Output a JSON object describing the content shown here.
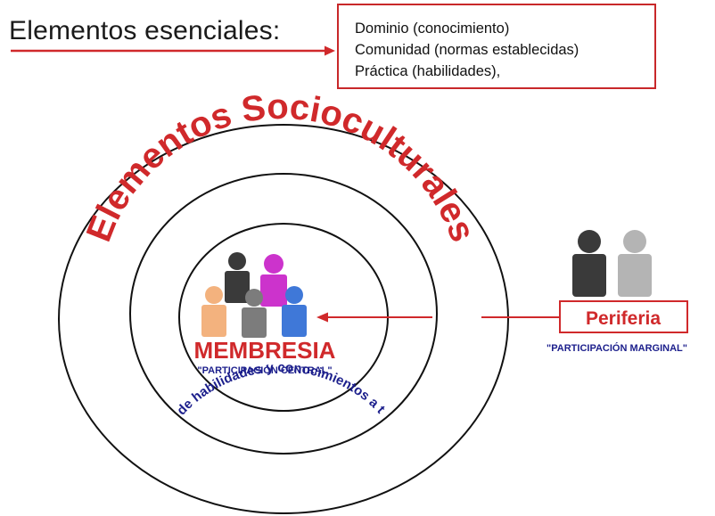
{
  "header": {
    "title": "Elementos esenciales:",
    "items": [
      "Dominio (conocimiento)",
      "Comunidad (normas establecidas)",
      "Práctica (habilidades),"
    ]
  },
  "rings": {
    "outer_label": "Elementos  Socioculturales",
    "middle_label": "Desarrollo gradual de habilidades y conocimientos a través de la práctica"
  },
  "center": {
    "title": "MEMBRESIA",
    "subtitle": "\"PARTICIPACIÓN CENTRAL\""
  },
  "periphery": {
    "label": "Periferia",
    "subtitle": "\"PARTICIPACIÓN MARGINAL\""
  },
  "colors": {
    "red": "#d0292b",
    "navy": "#1c1f8c",
    "orange_person": "#f3b27e",
    "dark_person": "#3a3a3a",
    "magenta_person": "#cc33cc",
    "gray_person": "#7c7c7c",
    "blue_person": "#3f78d8",
    "light_gray_person": "#b4b4b4"
  },
  "icons": [
    "arrow-right-icon",
    "person-icon"
  ]
}
